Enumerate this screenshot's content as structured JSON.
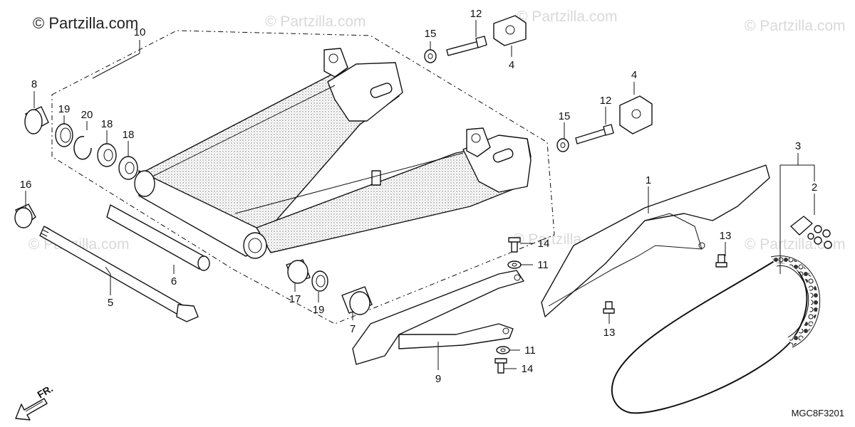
{
  "copyright_main": "© Partzilla.com",
  "watermarks": [
    "© Partzilla.com",
    "© Partzilla.com",
    "© Partzilla.com",
    "© Partzilla.com",
    "© Partzilla.com",
    "© Partzilla.com"
  ],
  "callouts": {
    "c1": "1",
    "c2": "2",
    "c3": "3",
    "c4a": "4",
    "c4b": "4",
    "c5": "5",
    "c6": "6",
    "c7": "7",
    "c8": "8",
    "c9": "9",
    "c10": "10",
    "c11a": "11",
    "c11b": "11",
    "c12a": "12",
    "c12b": "12",
    "c13a": "13",
    "c13b": "13",
    "c14a": "14",
    "c14b": "14",
    "c15a": "15",
    "c15b": "15",
    "c16": "16",
    "c17": "17",
    "c18a": "18",
    "c18b": "18",
    "c19a": "19",
    "c19b": "19",
    "c20": "20"
  },
  "diagram_code": "MGC8F3201",
  "front_indicator": "FR.",
  "icons": {
    "front_arrow": "front-direction-arrow-icon"
  }
}
